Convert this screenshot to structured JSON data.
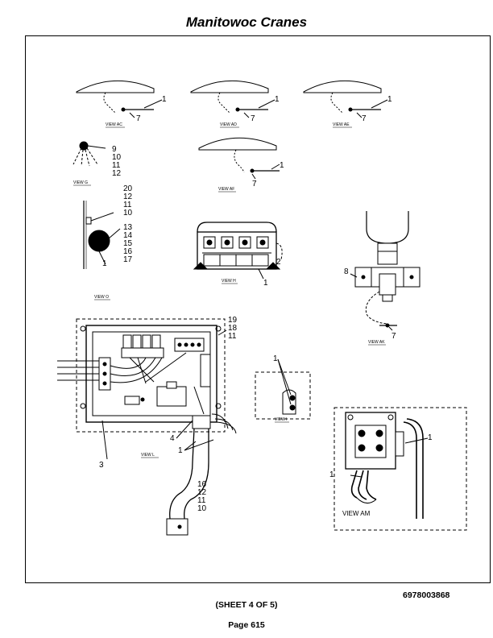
{
  "header": {
    "title": "Manitowoc Cranes"
  },
  "drawing": {
    "view_labels": {
      "ac1": "VIEW AC",
      "ad": "VIEW AD",
      "ae": "VIEW AE",
      "af": "VIEW AF",
      "g": "VIEW G",
      "o": "VIEW O",
      "h": "VIEW H",
      "ak": "VIEW AK",
      "l": "VIEW L",
      "i": "VIEW I",
      "am": "VIEW AM"
    },
    "callouts": {
      "c1": "1",
      "c7": "7",
      "c2": "2",
      "c3": "3",
      "c4": "4",
      "c8": "8",
      "c9": "9",
      "c10": "10",
      "c11": "11",
      "c12": "12",
      "c13": "13",
      "c14": "14",
      "c15": "15",
      "c16": "16",
      "c17": "17",
      "c18": "18",
      "c19": "19",
      "c20": "20"
    }
  },
  "footer": {
    "part_number": "6978003868",
    "sheet": "(SHEET 4 OF 5)",
    "page": "Page 615"
  }
}
